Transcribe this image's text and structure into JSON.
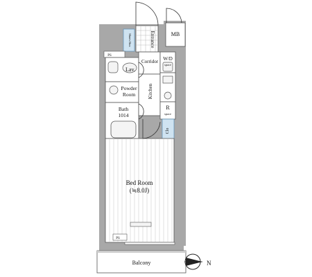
{
  "rooms": {
    "mb": "MB",
    "shoes_box": "Shoes Box",
    "entrance": "Entrance",
    "corridor": "Corridor",
    "wd_space_1": "W/D",
    "wd_space_2": "space",
    "lav": "Lav.",
    "powder_room_1": "Powder",
    "powder_room_2": "Room",
    "kitchen": "Kitchen",
    "r_space_1": "R",
    "r_space_2": "space",
    "bath_1": "Bath",
    "bath_2": "1014",
    "clo": "Clo",
    "bedroom_1": "Bed Room",
    "bedroom_2": "(≒8.0J)",
    "balcony": "Balcony"
  },
  "ps_labels": {
    "top": "PS",
    "bottom": "PS"
  },
  "compass": {
    "label": "N"
  },
  "colors": {
    "wall": "#a8a8a8",
    "storage": "#cfe3f1"
  }
}
